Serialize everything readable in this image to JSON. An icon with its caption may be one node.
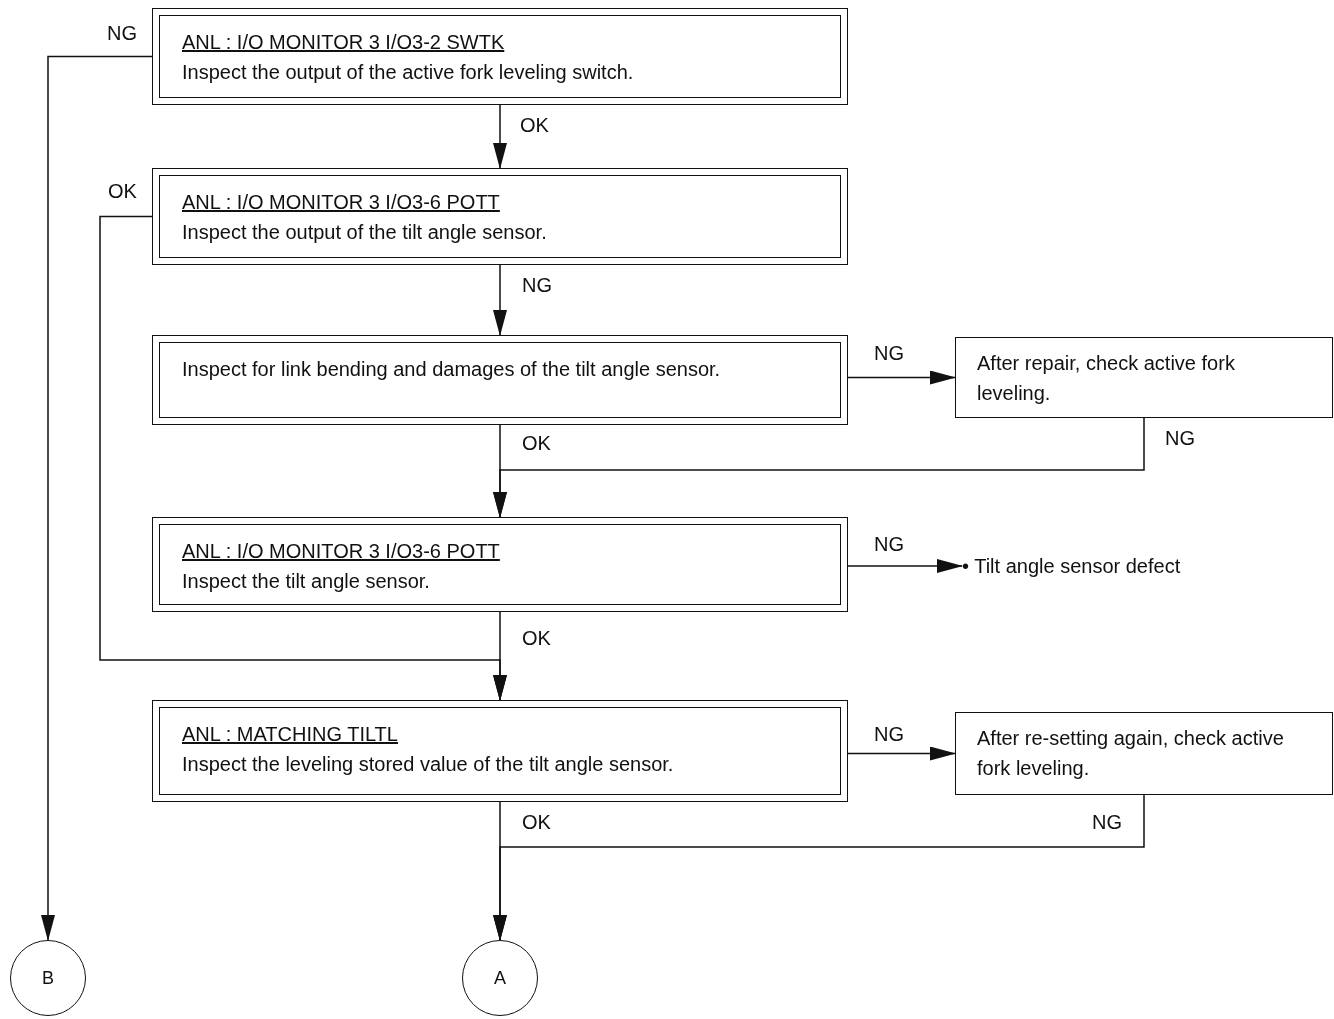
{
  "diagram": {
    "nodes": [
      {
        "text": [
          "ANL : I/O MONITOR 3 I/O3-2 SWTK",
          "Inspect the output of the active fork leveling switch."
        ]
      },
      {
        "text": [
          "ANL : I/O MONITOR 3 I/O3-6 POTT",
          "Inspect the output of the tilt angle sensor."
        ]
      },
      {
        "text": [
          "Inspect for link bending and damages of the tilt angle sensor."
        ]
      },
      {
        "text": [
          "After repair, check active fork leveling."
        ]
      },
      {
        "text": [
          "ANL : I/O MONITOR 3 I/O3-6 POTT",
          "Inspect the tilt angle sensor."
        ]
      },
      {
        "text": [
          "• Tilt angle sensor defect"
        ]
      },
      {
        "text": [
          "ANL : MATCHING TILTL",
          "Inspect the leveling stored value of the tilt angle sensor."
        ]
      },
      {
        "text": [
          "After re-setting again, check active fork leveling."
        ]
      },
      {
        "text": [
          "B"
        ]
      },
      {
        "text": [
          "A"
        ]
      }
    ],
    "edges": [
      {
        "from": 0,
        "to": 8,
        "arrow": "to",
        "label": "NG"
      },
      {
        "from": 0,
        "to": 1,
        "arrow": "to",
        "label": "OK"
      },
      {
        "from": 1,
        "to": 6,
        "arrow": "to",
        "label": "OK"
      },
      {
        "from": 1,
        "to": 2,
        "arrow": "to",
        "label": "NG"
      },
      {
        "from": 2,
        "to": 3,
        "arrow": "to",
        "label": "NG"
      },
      {
        "from": 2,
        "to": 4,
        "arrow": "to",
        "label": "OK"
      },
      {
        "from": 3,
        "to": 4,
        "arrow": "to",
        "label": "NG"
      },
      {
        "from": 4,
        "to": 5,
        "arrow": "to",
        "label": "NG"
      },
      {
        "from": 4,
        "to": 6,
        "arrow": "to",
        "label": "OK"
      },
      {
        "from": 6,
        "to": 7,
        "arrow": "to",
        "label": "NG"
      },
      {
        "from": 6,
        "to": 9,
        "arrow": "to",
        "label": "OK"
      },
      {
        "from": 7,
        "to": 9,
        "arrow": "to",
        "label": "NG"
      }
    ]
  }
}
